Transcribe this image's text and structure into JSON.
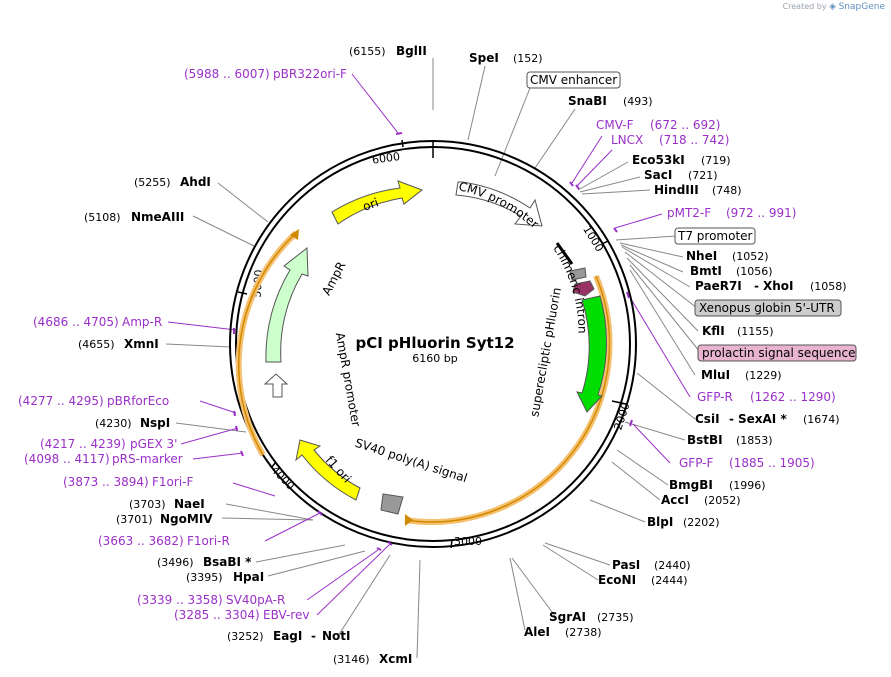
{
  "credit": {
    "prefix": "Created by",
    "brand": "SnapGene"
  },
  "plasmid": {
    "name": "pCI pHluorin Syt12",
    "length": "6160 bp"
  },
  "ticks": [
    "1000",
    "2000",
    "3000",
    "4000",
    "5000",
    "6000"
  ],
  "features": {
    "cmv_enhancer": "CMV enhancer",
    "cmv_promoter": "CMV promoter",
    "t7_promoter": "T7 promoter",
    "xenopus": "Xenopus globin 5'-UTR",
    "chimeric_intron": "chimeric intron",
    "prolactin": "prolactin signal sequence",
    "phluorin": "superecliptic pHluorin",
    "sv40polya": "SV40 poly(A) signal",
    "f1ori": "f1 ori",
    "ampr_promoter": "AmpR promoter",
    "ampr": "AmpR",
    "ori": "ori"
  },
  "sites": [
    {
      "name": "BglII",
      "pos": "(6155)"
    },
    {
      "name": "SpeI",
      "pos": "(152)"
    },
    {
      "name": "SnaBI",
      "pos": "(493)"
    },
    {
      "name": "Eco53kI",
      "pos": "(719)"
    },
    {
      "name": "SacI",
      "pos": "(721)"
    },
    {
      "name": "HindIII",
      "pos": "(748)"
    },
    {
      "name": "NheI",
      "pos": "(1052)"
    },
    {
      "name": "BmtI",
      "pos": "(1056)"
    },
    {
      "name": "PaeR7I",
      "name2": "XhoI",
      "pos": "(1058)"
    },
    {
      "name": "KflI",
      "pos": "(1155)"
    },
    {
      "name": "MluI",
      "pos": "(1229)"
    },
    {
      "name": "CsiI",
      "name2": "SexAI *",
      "pos": "(1674)"
    },
    {
      "name": "BstBI",
      "pos": "(1853)"
    },
    {
      "name": "BmgBI",
      "pos": "(1996)"
    },
    {
      "name": "AccI",
      "pos": "(2052)"
    },
    {
      "name": "BlpI",
      "pos": "(2202)"
    },
    {
      "name": "PasI",
      "pos": "(2440)"
    },
    {
      "name": "EcoNI",
      "pos": "(2444)"
    },
    {
      "name": "SgrAI",
      "pos": "(2735)"
    },
    {
      "name": "AleI",
      "pos": "(2738)"
    },
    {
      "name": "XcmI",
      "pos": "(3146)"
    },
    {
      "name": "EagI",
      "name2": "NotI",
      "pos": "(3252)"
    },
    {
      "name": "HpaI",
      "pos": "(3395)"
    },
    {
      "name": "BsaBI *",
      "pos": "(3496)"
    },
    {
      "name": "NgoMIV",
      "pos": "(3701)"
    },
    {
      "name": "NaeI",
      "pos": "(3703)"
    },
    {
      "name": "NspI",
      "pos": "(4230)"
    },
    {
      "name": "XmnI",
      "pos": "(4655)"
    },
    {
      "name": "NmeAIII",
      "pos": "(5108)"
    },
    {
      "name": "AhdI",
      "pos": "(5255)"
    }
  ],
  "primers": [
    {
      "name": "pBR322ori-F",
      "range": "(5988 .. 6007)"
    },
    {
      "name": "CMV-F",
      "range": "(672 .. 692)"
    },
    {
      "name": "LNCX",
      "range": "(718 .. 742)"
    },
    {
      "name": "pMT2-F",
      "range": "(972 .. 991)"
    },
    {
      "name": "GFP-R",
      "range": "(1262 .. 1290)"
    },
    {
      "name": "GFP-F",
      "range": "(1885 .. 1905)"
    },
    {
      "name": "Amp-R",
      "range": "(4686 .. 4705)"
    },
    {
      "name": "pBRforEco",
      "range": "(4277 .. 4295)"
    },
    {
      "name": "pGEX 3'",
      "range": "(4217 .. 4239)"
    },
    {
      "name": "pRS-marker",
      "range": "(4098 .. 4117)"
    },
    {
      "name": "F1ori-F",
      "range": "(3873 .. 3894)"
    },
    {
      "name": "F1ori-R",
      "range": "(3663 .. 3682)"
    },
    {
      "name": "SV40pA-R",
      "range": "(3339 .. 3358)"
    },
    {
      "name": "EBV-rev",
      "range": "(3285 .. 3304)"
    }
  ],
  "colors": {
    "primer": "#9b30c8",
    "ori": "#ffff00",
    "ampr": "#ccffcc",
    "phluorin": "#00dd00",
    "prolactin": "#993366",
    "sv40": "#999999",
    "highlight": "#f5c070",
    "backbone": "#000000"
  }
}
